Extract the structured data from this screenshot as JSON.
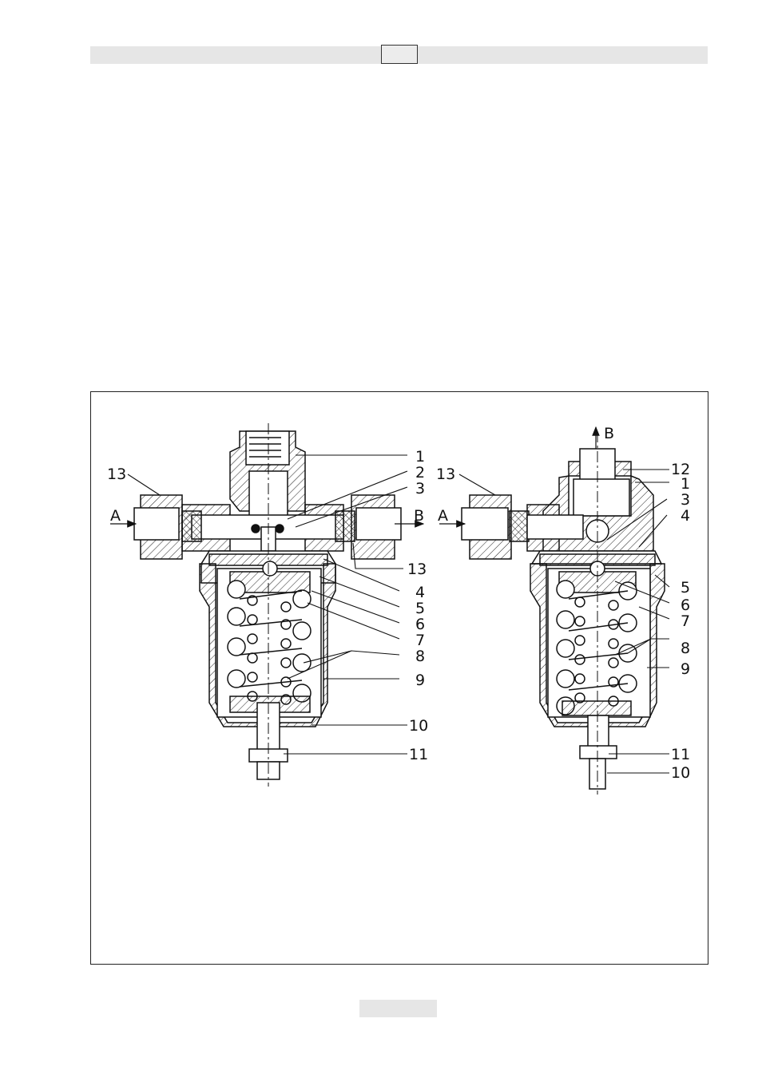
{
  "header": {
    "page_box_text": ""
  },
  "figure": {
    "left_drawing": {
      "callouts": [
        "1",
        "2",
        "3",
        "13",
        "4",
        "5",
        "6",
        "7",
        "8",
        "9",
        "10",
        "11",
        "13"
      ],
      "port_in": "A",
      "port_out": "B"
    },
    "right_drawing": {
      "callouts": [
        "12",
        "1",
        "3",
        "4",
        "5",
        "6",
        "7",
        "8",
        "9",
        "11",
        "10",
        "13"
      ],
      "port_in": "A",
      "port_out": "B"
    }
  },
  "footer": {
    "page_number": ""
  }
}
